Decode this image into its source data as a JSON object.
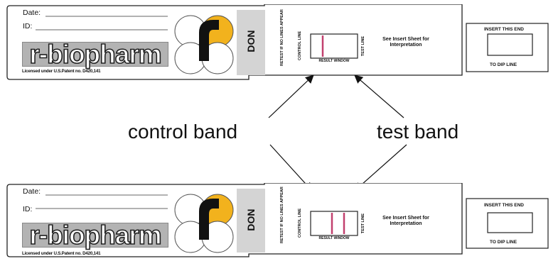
{
  "strips": [
    {
      "date_label": "Date:",
      "id_label": "ID:",
      "brand": "r-biopharm",
      "license": "Licensed under U.S.Patent no. D420,141",
      "analyte": "DON",
      "retest_text": "RETEST IF NO LINES APPEAR",
      "control_line": "CONTROL LINE",
      "test_line": "TEST LINE",
      "result_window": "RESULT WINDOW",
      "insert_sheet": "See Insert Sheet for Interpretation",
      "insert_end": "INSERT THIS END",
      "dip_line": "TO DIP LINE",
      "visible_bands": [
        "control"
      ]
    },
    {
      "date_label": "Date:",
      "id_label": "ID:",
      "brand": "r-biopharm",
      "license": "Licensed under U.S.Patent no. D420,141",
      "analyte": "DON",
      "retest_text": "RETEST IF NO LINES APPEAR",
      "control_line": "CONTROL LINE",
      "test_line": "TEST LINE",
      "result_window": "RESULT WINDOW",
      "insert_sheet": "See Insert Sheet for Interpretation",
      "insert_end": "INSERT THIS END",
      "dip_line": "TO DIP LINE",
      "visible_bands": [
        "control",
        "test"
      ]
    }
  ],
  "annotations": {
    "control_band": "control band",
    "test_band": "test band"
  },
  "colors": {
    "band": "#c2406e",
    "logo_yellow": "#f2b21d",
    "logo_gray": "#b3b3b3"
  }
}
